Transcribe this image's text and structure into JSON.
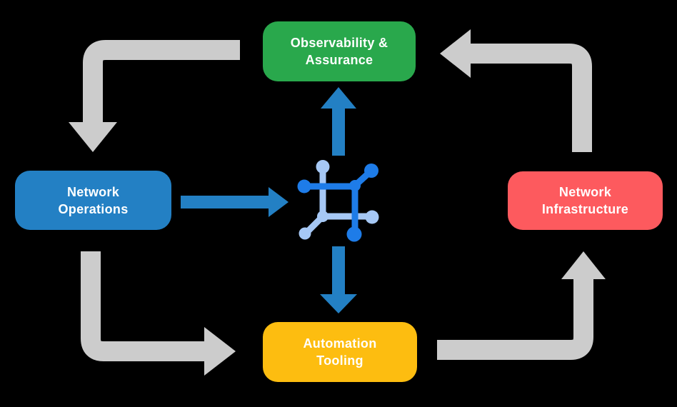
{
  "diagram": {
    "nodes": {
      "observability": {
        "label": "Observability &\nAssurance",
        "color": "#29A84C"
      },
      "operations": {
        "label": "Network\nOperations",
        "color": "#2380C4"
      },
      "infrastructure": {
        "label": "Network\nInfrastructure",
        "color": "#FD5A5E"
      },
      "automation": {
        "label": "Automation\nTooling",
        "color": "#FDBD10"
      }
    },
    "center_icon": "network-mesh-icon",
    "edges": [
      {
        "from": "observability",
        "to": "operations",
        "style": "gray-cycle-arrow"
      },
      {
        "from": "operations",
        "to": "automation",
        "style": "gray-cycle-arrow"
      },
      {
        "from": "automation",
        "to": "infrastructure",
        "style": "gray-cycle-arrow"
      },
      {
        "from": "infrastructure",
        "to": "observability",
        "style": "gray-cycle-arrow"
      },
      {
        "from": "operations",
        "to": "center-icon",
        "style": "blue-flow-arrow"
      },
      {
        "from": "center-icon",
        "to": "observability",
        "style": "blue-flow-arrow"
      },
      {
        "from": "center-icon",
        "to": "automation",
        "style": "blue-flow-arrow"
      }
    ]
  },
  "colors": {
    "background": "#000000",
    "arrow-gray": "#CCCCCC",
    "arrow-blue": "#2380C4",
    "icon-blue": "#1E7CE8",
    "icon-light-blue": "#A6C8F5",
    "node-text": "#FFFFFF",
    "node-green": "#29A84C",
    "node-blue": "#2380C4",
    "node-red": "#FD5A5E",
    "node-yellow": "#FDBD10"
  }
}
